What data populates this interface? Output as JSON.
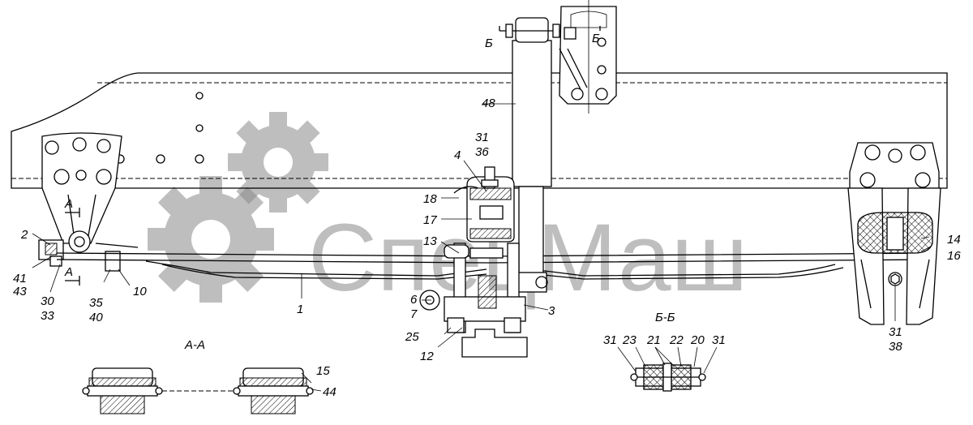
{
  "watermark": {
    "text": "СпецМаш",
    "color": "#8a8a8a"
  },
  "labels": [
    {
      "id": "l2",
      "text": "2"
    },
    {
      "id": "l41",
      "text": "41"
    },
    {
      "id": "l43",
      "text": "43"
    },
    {
      "id": "l30",
      "text": "30"
    },
    {
      "id": "l33",
      "text": "33"
    },
    {
      "id": "l35",
      "text": "35"
    },
    {
      "id": "l40",
      "text": "40"
    },
    {
      "id": "l10",
      "text": "10"
    },
    {
      "id": "l1",
      "text": "1"
    },
    {
      "id": "l48",
      "text": "48"
    },
    {
      "id": "l31a",
      "text": "31"
    },
    {
      "id": "l36",
      "text": "36"
    },
    {
      "id": "l4",
      "text": "4"
    },
    {
      "id": "l18",
      "text": "18"
    },
    {
      "id": "l17",
      "text": "17"
    },
    {
      "id": "l13",
      "text": "13"
    },
    {
      "id": "l6",
      "text": "6"
    },
    {
      "id": "l7",
      "text": "7"
    },
    {
      "id": "l3",
      "text": "3"
    },
    {
      "id": "l25",
      "text": "25"
    },
    {
      "id": "l12",
      "text": "12"
    },
    {
      "id": "l14",
      "text": "14"
    },
    {
      "id": "l16",
      "text": "16"
    },
    {
      "id": "l31b",
      "text": "31"
    },
    {
      "id": "l38",
      "text": "38"
    },
    {
      "id": "l15",
      "text": "15"
    },
    {
      "id": "l44",
      "text": "44"
    },
    {
      "id": "l31c",
      "text": "31"
    },
    {
      "id": "l23",
      "text": "23"
    },
    {
      "id": "l21",
      "text": "21"
    },
    {
      "id": "l22",
      "text": "22"
    },
    {
      "id": "l20",
      "text": "20"
    },
    {
      "id": "l31d",
      "text": "31"
    }
  ],
  "section_marks": {
    "a_top": "А",
    "a_bottom": "А",
    "b_left": "Б",
    "b_right": "Б"
  },
  "section_titles": {
    "aa": "А-А",
    "bb": "Б-Б"
  }
}
